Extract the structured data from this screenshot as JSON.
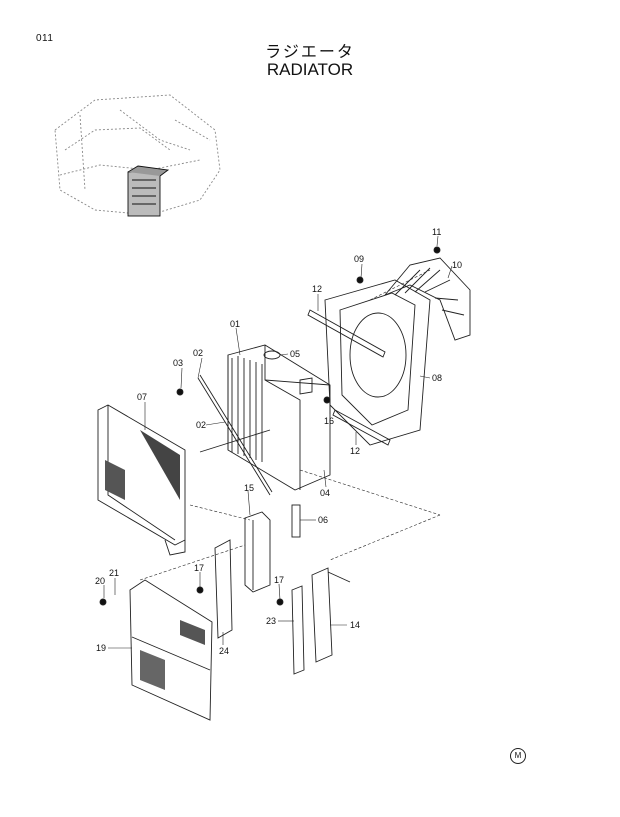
{
  "header": {
    "page_number": "011",
    "title_ja": "ラジエータ",
    "title_en": "RADIATOR"
  },
  "footer": {
    "mark": "M"
  },
  "parts": {
    "p01": "01",
    "p02a": "02",
    "p02b": "02",
    "p03": "03",
    "p04": "04",
    "p05": "05",
    "p06": "06",
    "p07": "07",
    "p08": "08",
    "p09": "09",
    "p10": "10",
    "p11": "11",
    "p12a": "12",
    "p12b": "12",
    "p14": "14",
    "p15": "15",
    "p16": "16",
    "p17a": "17",
    "p17b": "17",
    "p19": "19",
    "p20": "20",
    "p21": "21",
    "p23": "23",
    "p24": "24"
  }
}
